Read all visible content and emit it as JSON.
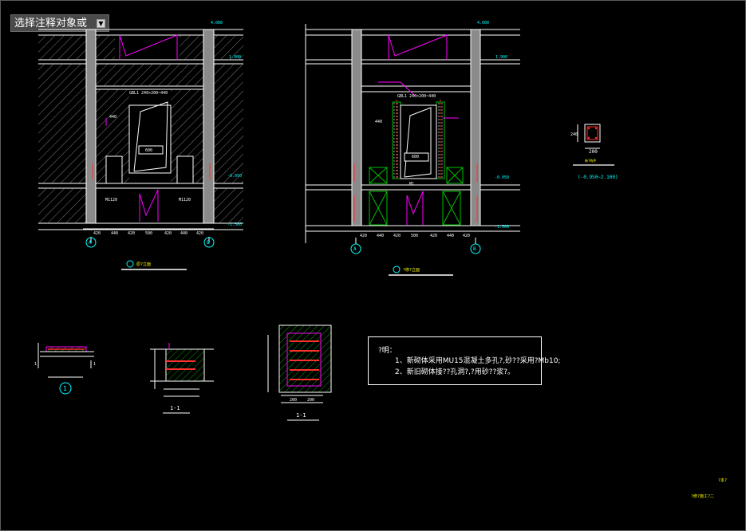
{
  "selector": {
    "label": "选择注释对象或"
  },
  "colors": {
    "background": "#000000",
    "line": "#ffffff",
    "magenta": "#ff00ff",
    "cyan": "#00ffff",
    "green": "#00c000",
    "red": "#ff3030",
    "yellow": "#ffff00",
    "grey": "#808080"
  },
  "left_elevation": {
    "elevations": [
      "4.000",
      "1.900",
      "-0.050",
      "-1.500"
    ],
    "dims": [
      "420",
      "440",
      "420",
      "500",
      "420",
      "440",
      "420"
    ],
    "labels": [
      "GBL1 240×200~440",
      "440",
      "600",
      "M1120",
      "M1120"
    ],
    "axes": [
      "A",
      "B"
    ],
    "title": "原?立面"
  },
  "right_elevation": {
    "elevations": [
      "4.000",
      "1.900",
      "-0.050",
      "-1.500"
    ],
    "dims": [
      "420",
      "440",
      "420",
      "500",
      "420",
      "440",
      "420"
    ],
    "labels": [
      "GBL1 240×200~440",
      "440",
      "600",
      "M1"
    ],
    "axes": [
      "A",
      "B"
    ],
    "title": "?修?立面"
  },
  "column_detail": {
    "dims": [
      "240",
      "200"
    ],
    "title": "新?构件",
    "caption": "(-0.950~2.100)"
  },
  "details": {
    "d1": {
      "label": "1",
      "number": "1"
    },
    "d2": {
      "label": "1-1"
    },
    "d3": {
      "label": "1-1",
      "dims": [
        "200",
        "200"
      ]
    }
  },
  "notes": {
    "title": "?明：",
    "line1": "1、新砌体采用MU15混凝土多孔?,砂??采用?Mb10;",
    "line2": "2、新旧砌体接??孔洞?,?用砂??浆?。"
  },
  "corner": {
    "line1": "?本?",
    "line2": "?修?施工?二"
  }
}
